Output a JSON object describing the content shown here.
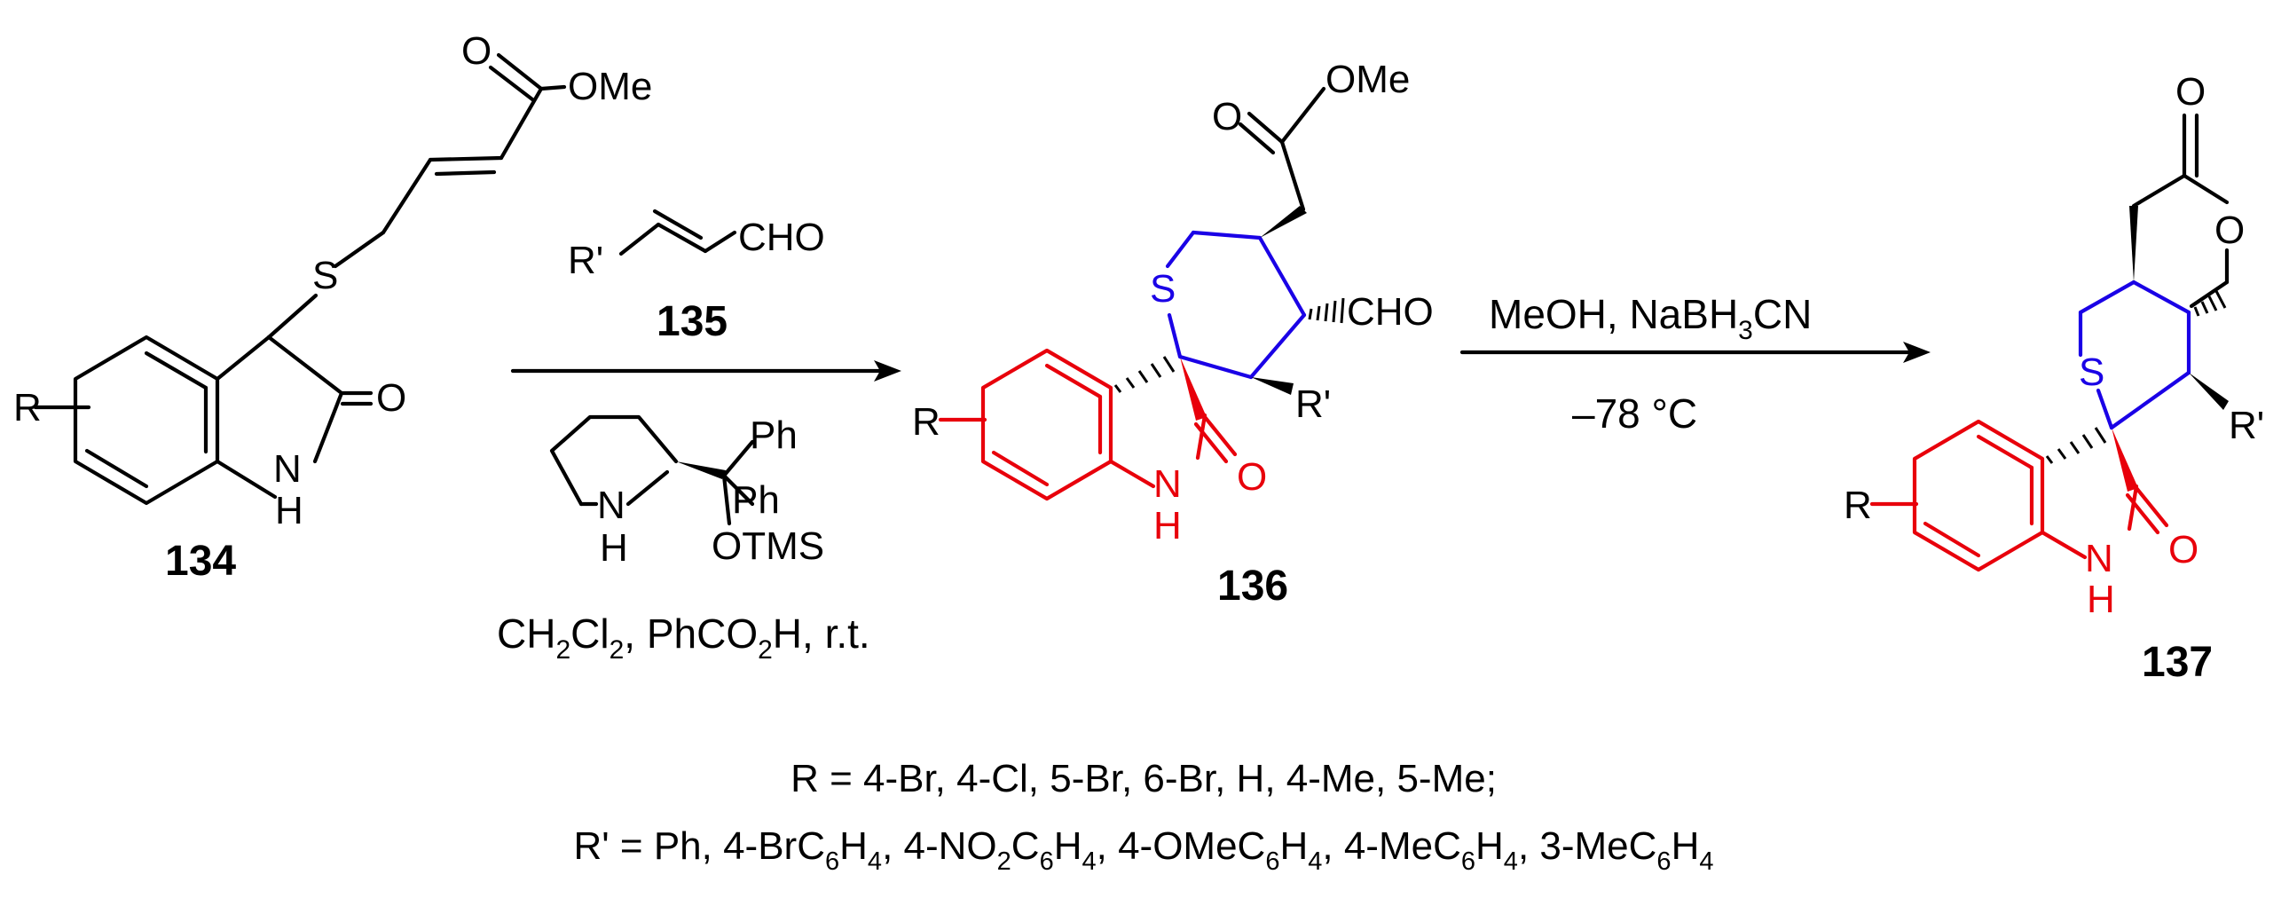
{
  "compounds": {
    "c134": {
      "number": "134",
      "r": "R",
      "s": "S",
      "o_ester": "O",
      "ome": "OMe",
      "o_carbonyl": "O",
      "n": "N",
      "h": "H"
    },
    "c135": {
      "number": "135",
      "rprime": "R'",
      "cho": "CHO"
    },
    "c136": {
      "number": "136",
      "r": "R",
      "s": "S",
      "o_ester": "O",
      "ome": "OMe",
      "cho": "CHO",
      "rprime": "R'",
      "o_carbonyl": "O",
      "n": "N",
      "h": "H"
    },
    "c137": {
      "number": "137",
      "r": "R",
      "s": "S",
      "o_lactone": "O",
      "o_ring": "O",
      "rprime": "R'",
      "o_carbonyl": "O",
      "n": "N",
      "h": "H"
    }
  },
  "catalyst": {
    "ph1": "Ph",
    "ph2": "Ph",
    "otms": "OTMS",
    "n": "N",
    "h": "H"
  },
  "step1": {
    "conditions": [
      "CH",
      "2",
      "Cl",
      "2",
      ", PhCO",
      "2",
      "H, r.t."
    ]
  },
  "step2": {
    "reagents": [
      "MeOH, NaBH",
      "3",
      "CN"
    ],
    "temperature": "–78 °C"
  },
  "footer": {
    "r_line": "R = 4-Br, 4-Cl, 5-Br, 6-Br, H, 4-Me, 5-Me;",
    "rprime_line": [
      "R' = Ph, 4-BrC",
      "6",
      "H",
      "4",
      ", 4-NO",
      "2",
      "C",
      "6",
      "H",
      "4",
      ", 4-OMeC",
      "6",
      "H",
      "4",
      ", 4-MeC",
      "6",
      "H",
      "4",
      ", 3-MeC",
      "6",
      "H",
      "4"
    ]
  },
  "colors": {
    "oxindole": "#e8000b",
    "thiopyran": "#1a00e6",
    "other": "#000000"
  }
}
